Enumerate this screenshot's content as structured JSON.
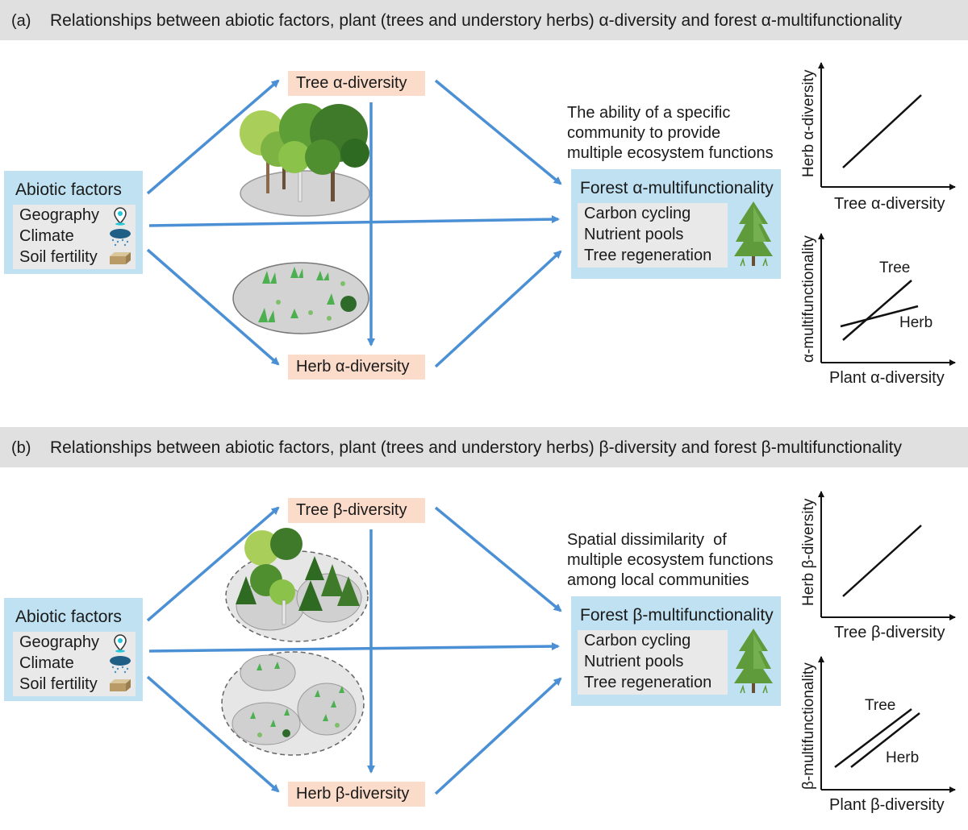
{
  "panels": [
    {
      "tag": "(a)",
      "title": "Relationships between abiotic factors, plant (trees and understory herbs) α-diversity and forest α-multifunctionality",
      "abiotic": {
        "header": "Abiotic factors",
        "items": [
          "Geography",
          "Climate",
          "Soil fertility"
        ],
        "icons": [
          "location-pin-icon",
          "rain-cloud-icon",
          "soil-block-icon"
        ]
      },
      "tree_label": "Tree α-diversity",
      "herb_label": "Herb α-diversity",
      "description": "The ability of a specific\ncommunity to provide\nmultiple ecosystem functions",
      "multifunctionality": {
        "header": "Forest α-multifunctionality",
        "functions": [
          "Carbon cycling",
          "Nutrient pools",
          "Tree regeneration"
        ],
        "icon": "conifer-tree-icon"
      },
      "chart_top": {
        "xlabel": "Tree α-diversity",
        "ylabel": "Herb α-diversity"
      },
      "chart_bottom": {
        "xlabel": "Plant α-diversity",
        "ylabel": "α-multifunctionality",
        "series": [
          "Tree",
          "Herb"
        ]
      }
    },
    {
      "tag": "(b)",
      "title": "Relationships between abiotic factors, plant (trees and understory herbs) β-diversity and forest β-multifunctionality",
      "abiotic": {
        "header": "Abiotic factors",
        "items": [
          "Geography",
          "Climate",
          "Soil fertility"
        ],
        "icons": [
          "location-pin-icon",
          "rain-cloud-icon",
          "soil-block-icon"
        ]
      },
      "tree_label": "Tree β-diversity",
      "herb_label": "Herb β-diversity",
      "description": "Spatial dissimilarity  of\nmultiple ecosystem functions\namong local communities",
      "multifunctionality": {
        "header": "Forest β-multifunctionality",
        "functions": [
          "Carbon cycling",
          "Nutrient pools",
          "Tree regeneration"
        ],
        "icon": "conifer-tree-icon"
      },
      "chart_top": {
        "xlabel": "Tree β-diversity",
        "ylabel": "Herb β-diversity"
      },
      "chart_bottom": {
        "xlabel": "Plant β-diversity",
        "ylabel": "β-multifunctionality",
        "series": [
          "Tree",
          "Herb"
        ]
      }
    }
  ],
  "colors": {
    "arrow": "#4b90d4",
    "blue_box": "#bfe1f1",
    "peach_box": "#fbdccb",
    "banner": "#e0e0e0",
    "inner_box": "#e9e9e9"
  }
}
